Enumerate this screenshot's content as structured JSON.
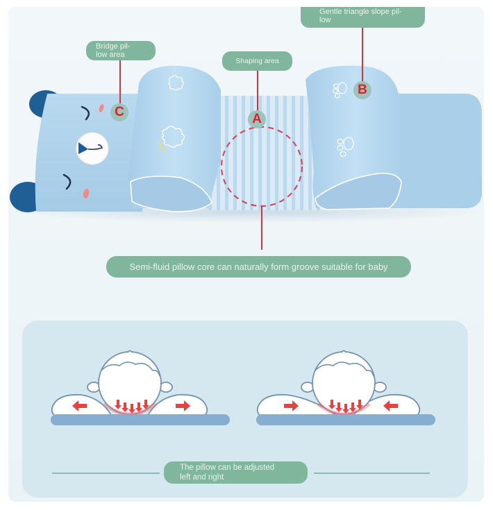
{
  "top_labels": {
    "bridge": {
      "text": "Bridge pil-\nlow area",
      "line1": "Bridge pil-",
      "line2": "low area",
      "marker": "C"
    },
    "shaping": {
      "text": "Shaping area",
      "marker": "A"
    },
    "triangle": {
      "text": "Gentle triangle slope pil-\nlow",
      "line1": "Gentle triangle slope pil-",
      "line2": "low",
      "marker": "B"
    }
  },
  "core_caption": "Semi-fluid pillow core can naturally form groove suitable for baby",
  "adjust_caption": {
    "line1": "The pillow can be adjusted",
    "line2": "left and right"
  },
  "diagrams": [
    {
      "id": "spread",
      "arrows": [
        "left",
        "right"
      ]
    },
    {
      "id": "squeeze",
      "arrows": [
        "right",
        "left"
      ]
    }
  ],
  "colors": {
    "label_pill": "#7fb69c",
    "label_text": "#e9f4ee",
    "leader_red": "#d0343c",
    "marker_bg": "#9cc4bd",
    "marker_text": "#d8232b",
    "pillow_blue": "#b5d6ee",
    "pillow_dark_ear": "#1f5f96",
    "panel_bg": "#d6e8ef",
    "baseline": "#86aed0",
    "arrow_red": "#e2453f"
  }
}
